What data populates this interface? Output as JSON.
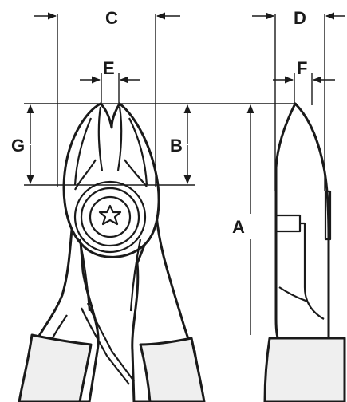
{
  "labels": {
    "A": "A",
    "B": "B",
    "C": "C",
    "D": "D",
    "E": "E",
    "F": "F",
    "G": "G"
  }
}
